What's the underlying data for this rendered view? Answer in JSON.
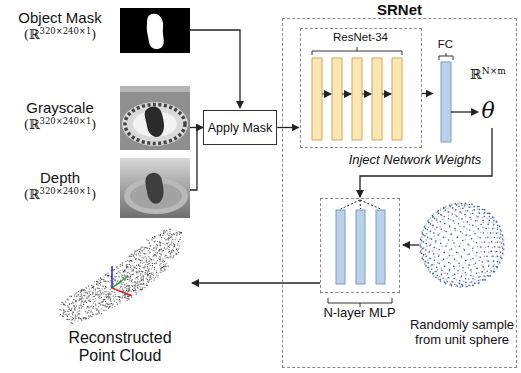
{
  "diagram": {
    "nodes": [
      {
        "text": [
          "SRNet"
        ]
      },
      {
        "text": [
          "Apply Mask"
        ]
      },
      {
        "text": [
          "ResNet-34"
        ],
        "in": 0
      },
      {
        "text": [
          "FC"
        ],
        "in": 0
      },
      {
        "text": [
          "N-layer MLP"
        ],
        "in": 0
      }
    ],
    "edges": [
      {
        "from": 1,
        "to": 2,
        "arrow": "to"
      },
      {
        "from": 2,
        "to": 3,
        "arrow": "to"
      }
    ],
    "labels": [
      "Object Mask",
      "(ℝ",
      "320×240×1",
      ")",
      "Grayscale",
      "(ℝ",
      "320×240×1",
      ")",
      "Depth",
      "(ℝ",
      "320×240×1",
      ")",
      "ℝ",
      "N×m",
      "θ",
      "Inject Network Weights",
      "Randomly sample from unit sphere",
      "Reconstructed Point Cloud"
    ]
  }
}
